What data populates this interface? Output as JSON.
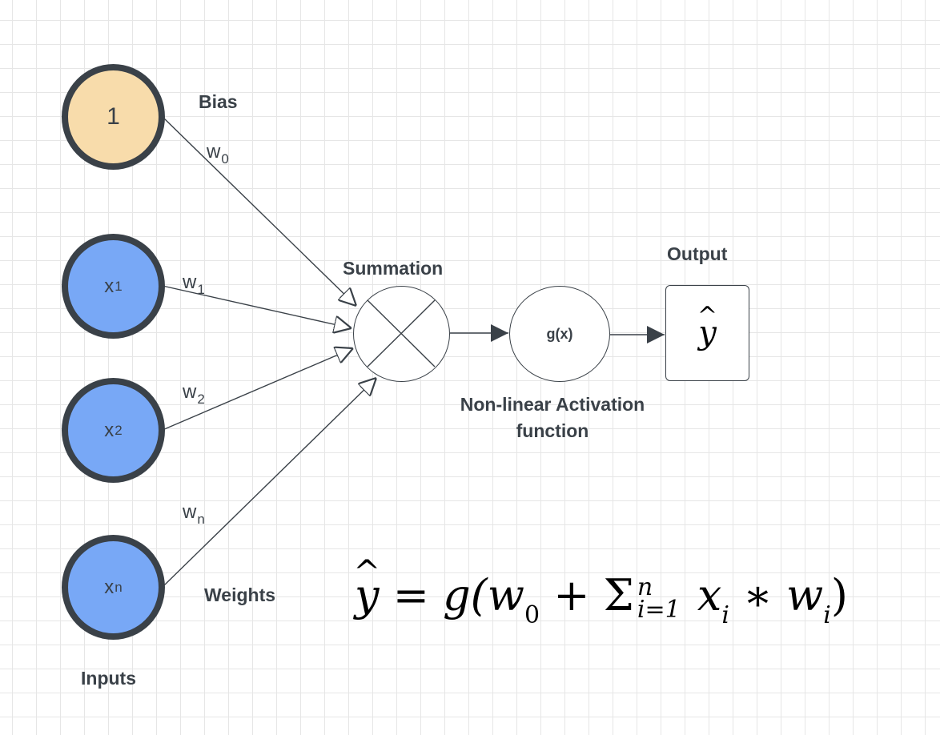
{
  "bias": {
    "node_text": "1",
    "label": "Bias"
  },
  "inputs": [
    {
      "text": "x",
      "sub": "1"
    },
    {
      "text": "x",
      "sub": "2"
    },
    {
      "text": "x",
      "sub": "n"
    }
  ],
  "inputs_label": "Inputs",
  "weights": [
    {
      "text": "w",
      "sub": "0"
    },
    {
      "text": "w",
      "sub": "1"
    },
    {
      "text": "w",
      "sub": "2"
    },
    {
      "text": "w",
      "sub": "n"
    }
  ],
  "weights_label": "Weights",
  "summation_label": "Summation",
  "activation": {
    "node_text": "g(x)",
    "label_line1": "Non-linear Activation",
    "label_line2": "function"
  },
  "output": {
    "label": "Output",
    "symbol": "y"
  },
  "formula": {
    "lhs": "y",
    "eq": "=",
    "func": "g(",
    "w0": "w",
    "w0_sub": "0",
    "plus": "+",
    "sigma": "Σ",
    "sum_sup": "n",
    "sum_sub": "i=1",
    "x": "x",
    "x_sub": "i",
    "times": "∗",
    "w": "w",
    "w_sub": "i",
    "close": ")"
  },
  "colors": {
    "bias_fill": "#f8dcab",
    "input_fill": "#78a8f6",
    "stroke": "#3a4148",
    "grid": "#e6e6e6"
  }
}
